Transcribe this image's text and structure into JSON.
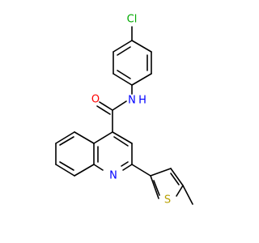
{
  "molecule": {
    "atoms": {
      "cl": {
        "label": "Cl",
        "color": "#00aa00"
      },
      "o": {
        "label": "O",
        "color": "#ff0000"
      },
      "nh": {
        "label": "N",
        "h": "H",
        "color": "#0000ff"
      },
      "nq": {
        "label": "N",
        "color": "#0000ff"
      },
      "s": {
        "label": "S",
        "color": "#b8a000"
      }
    }
  }
}
